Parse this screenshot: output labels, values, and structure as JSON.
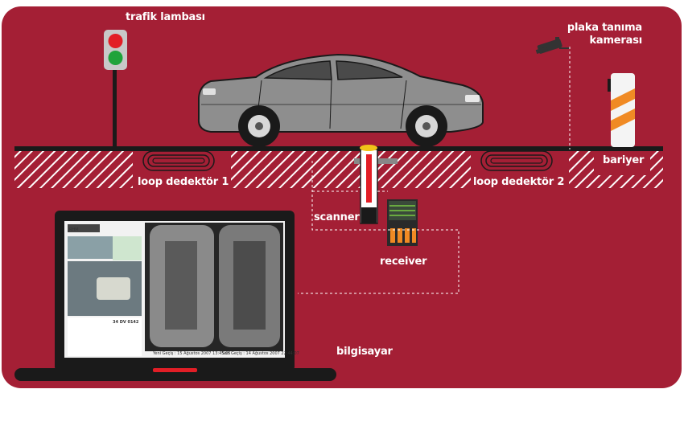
{
  "labels": {
    "traffic_light": "trafik lambası",
    "plate_camera_line1": "plaka tanıma",
    "plate_camera_line2": "kamerası",
    "barrier": "bariyer",
    "loop1": "loop dedektör 1",
    "loop2": "loop dedektör 2",
    "scanner": "scanner",
    "receiver": "receiver",
    "computer": "bilgisayar"
  },
  "screen": {
    "plate": "34 DV 0142",
    "caption_left": "Yeni Geçiş : 15 Ağustos 2007 13:45:05",
    "caption_right": "Son Geçiş : 14 Ağustos 2007 22:44:07",
    "logo": "RHM"
  },
  "colors": {
    "background": "#a41f35",
    "ground": "#1a1a1a",
    "hatch": "#ffffff",
    "car": "#8e8e8e",
    "barrier_stripe": "#f08a24",
    "light_red": "#e21e26",
    "light_green": "#1fa33a"
  }
}
